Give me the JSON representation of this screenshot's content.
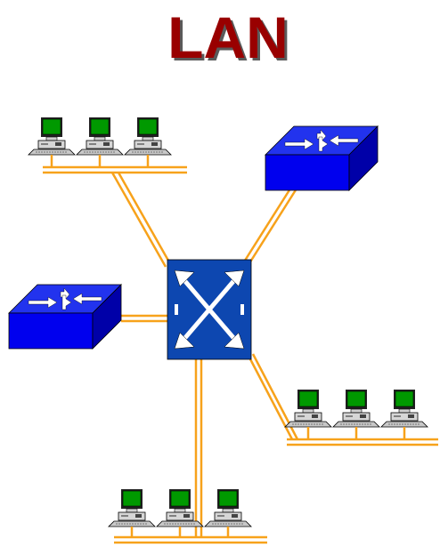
{
  "title": "LAN",
  "colors": {
    "title": "#990000",
    "title_shadow": "#5a5a5a",
    "cable": "#f7a21b",
    "switch_face": "#0d47b0",
    "router_top": "#1f33e6",
    "router_front": "#0000ee",
    "router_side": "#0000aa",
    "monitor_screen": "#00a000",
    "device_body": "#d8d8d8"
  },
  "nodes": {
    "center_switch": {
      "icon": "lan-switch-icon"
    },
    "router_top_right": {
      "icon": "router-icon"
    },
    "router_left": {
      "icon": "router-icon"
    },
    "workgroup_top_left": {
      "icon": "workstation-icon",
      "computers": 3
    },
    "workgroup_right": {
      "icon": "workstation-icon",
      "computers": 3
    },
    "workgroup_bottom": {
      "icon": "workstation-icon",
      "computers": 3
    }
  }
}
